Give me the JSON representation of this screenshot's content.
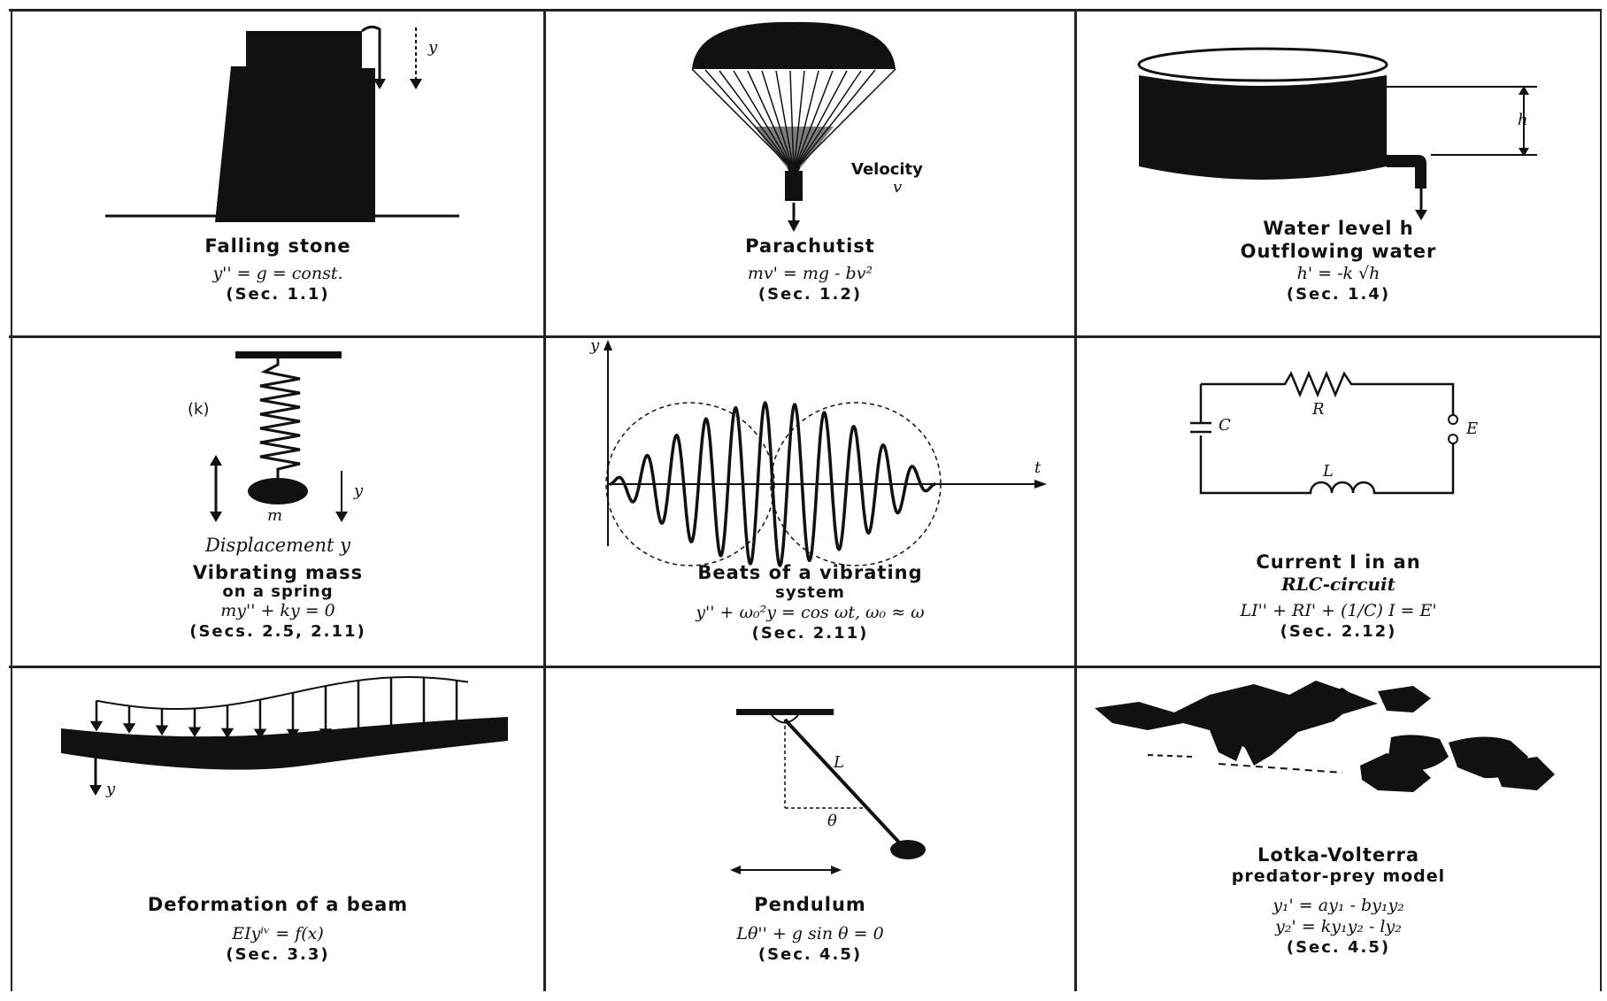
{
  "cells": [
    {
      "key": "stone",
      "title": "Falling stone",
      "title2": "",
      "title3": "",
      "equation": "y'' = g = const.",
      "equation2": "",
      "section": "(Sec. 1.1)",
      "labels": {
        "y": "y"
      }
    },
    {
      "key": "parachutist",
      "title": "Parachutist",
      "title2": "",
      "title3": "",
      "equation": "mv' = mg - bv²",
      "equation2": "",
      "section": "(Sec. 1.2)",
      "labels": {
        "velocity": "Velocity",
        "v": "v"
      }
    },
    {
      "key": "tank",
      "title": "Water level h",
      "title2": "Outflowing water",
      "title3": "",
      "equation": "h' = -k √h",
      "equation2": "",
      "section": "(Sec. 1.4)",
      "labels": {
        "h": "h"
      }
    },
    {
      "key": "spring",
      "title": "Displacement y",
      "title2": "Vibrating mass",
      "title3": "on a spring",
      "equation": "my'' + ky = 0",
      "equation2": "",
      "section": "(Secs. 2.5, 2.11)",
      "labels": {
        "k": "(k)",
        "m": "m",
        "y": "y"
      }
    },
    {
      "key": "beats",
      "title": "Beats of a vibrating",
      "title2": "system",
      "title3": "",
      "equation": "y'' + ω₀²y = cos ωt,   ω₀ ≈ ω",
      "equation2": "",
      "section": "(Sec. 2.11)",
      "labels": {
        "y": "y",
        "t": "t"
      }
    },
    {
      "key": "circuit",
      "title": "Current I in an",
      "title2": "RLC-circuit",
      "title3": "",
      "equation": "LI'' + RI' + (1/C) I = E'",
      "equation2": "",
      "section": "(Sec. 2.12)",
      "labels": {
        "R": "R",
        "C": "C",
        "L": "L",
        "E": "E"
      }
    },
    {
      "key": "beam",
      "title": "Deformation of a beam",
      "title2": "",
      "title3": "",
      "equation": "EIyⁱᵛ = f(x)",
      "equation2": "",
      "section": "(Sec. 3.3)",
      "labels": {
        "y": "y"
      }
    },
    {
      "key": "pendulum",
      "title": "Pendulum",
      "title2": "",
      "title3": "",
      "equation": "Lθ'' + g sin θ = 0",
      "equation2": "",
      "section": "(Sec. 4.5)",
      "labels": {
        "L": "L",
        "theta": "θ"
      }
    },
    {
      "key": "lotka",
      "title": "Lotka-Volterra",
      "title2": "predator-prey model",
      "title3": "",
      "equation": "y₁' = ay₁ - by₁y₂",
      "equation2": "y₂' = ky₁y₂ - ly₂",
      "section": "(Sec. 4.5)",
      "labels": {}
    }
  ],
  "colors": {
    "ink": "#111111",
    "paper": "#ffffff"
  }
}
